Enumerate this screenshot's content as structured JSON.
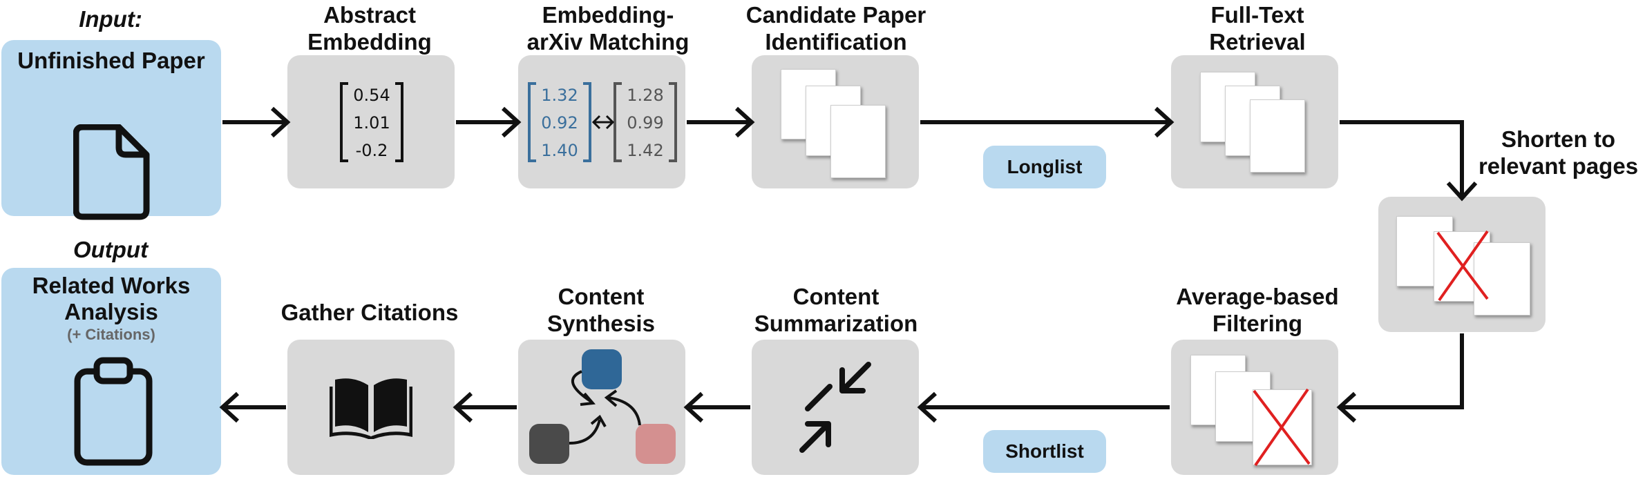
{
  "input": {
    "heading": "Input:",
    "title": "Unfinished Paper"
  },
  "output": {
    "heading": "Output",
    "title_line1": "Related Works",
    "title_line2": "Analysis",
    "subtitle": "(+ Citations)"
  },
  "steps": {
    "abstract_embedding": {
      "line1": "Abstract",
      "line2": "Embedding",
      "vector": [
        "0.54",
        "1.01",
        "-0.2"
      ]
    },
    "embedding_matching": {
      "line1": "Embedding-",
      "line2": "arXiv Matching",
      "vector_left": [
        "1.32",
        "0.92",
        "1.40"
      ],
      "vector_right": [
        "1.28",
        "0.99",
        "1.42"
      ]
    },
    "candidate_identification": {
      "line1": "Candidate Paper",
      "line2": "Identification"
    },
    "fulltext_retrieval": {
      "line1": "Full-Text",
      "line2": "Retrieval"
    },
    "shorten": {
      "line1": "Shorten to",
      "line2": "relevant pages"
    },
    "average_filtering": {
      "line1": "Average-based",
      "line2": "Filtering"
    },
    "content_summarization": {
      "line1": "Content",
      "line2": "Summarization"
    },
    "content_synthesis": {
      "line1": "Content",
      "line2": "Synthesis"
    },
    "gather_citations": {
      "line1": "Gather Citations"
    }
  },
  "pills": {
    "longlist": "Longlist",
    "shortlist": "Shortlist"
  },
  "colors": {
    "step_box": "#d9d9d9",
    "io_box": "#b9d9ef",
    "matrix_blue": "#3a6f9c",
    "synth_blue": "#2f6797",
    "synth_dark": "#4a4a4a",
    "synth_pink": "#d49090",
    "reject_red": "#e02020"
  }
}
